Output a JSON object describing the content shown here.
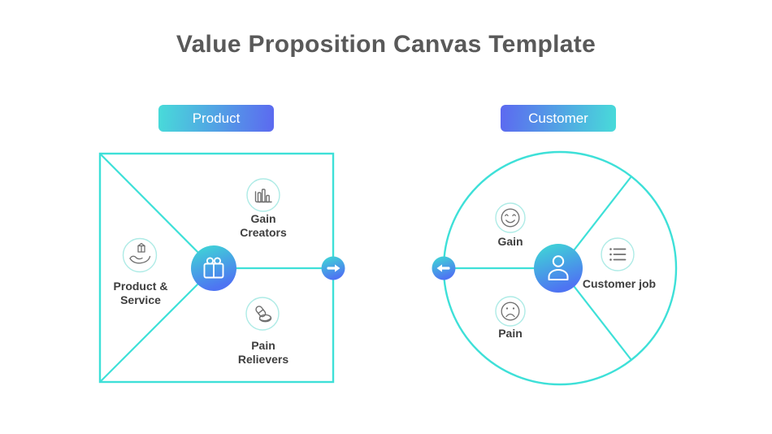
{
  "title": "Value Proposition Canvas Template",
  "colors": {
    "outline_teal": "#3EE0D8",
    "icon_circle_teal": "#AEEBE6",
    "gradient_teal": "#3EDCD4",
    "gradient_blue": "#4E74F2",
    "badge_teal": "#48DBD9",
    "badge_blue": "#5C69F0",
    "label_text": "#3E3E3E",
    "title_text": "#595959",
    "icon_gray": "#6F6F6F"
  },
  "product_section": {
    "badge_label": "Product",
    "center_icon": "gift-icon",
    "arrow_icon": "arrow-right-icon",
    "items": [
      {
        "label": "Gain Creators",
        "icon": "bar-chart-icon"
      },
      {
        "label": "Pain Relievers",
        "icon": "pills-icon"
      },
      {
        "label": "Product & Service",
        "icon": "hand-box-icon"
      }
    ]
  },
  "customer_section": {
    "badge_label": "Customer",
    "center_icon": "person-icon",
    "arrow_icon": "arrow-left-icon",
    "items": [
      {
        "label": "Gain",
        "icon": "smiley-face-icon"
      },
      {
        "label": "Pain",
        "icon": "sad-face-icon"
      },
      {
        "label": "Customer job",
        "icon": "list-icon"
      }
    ]
  }
}
